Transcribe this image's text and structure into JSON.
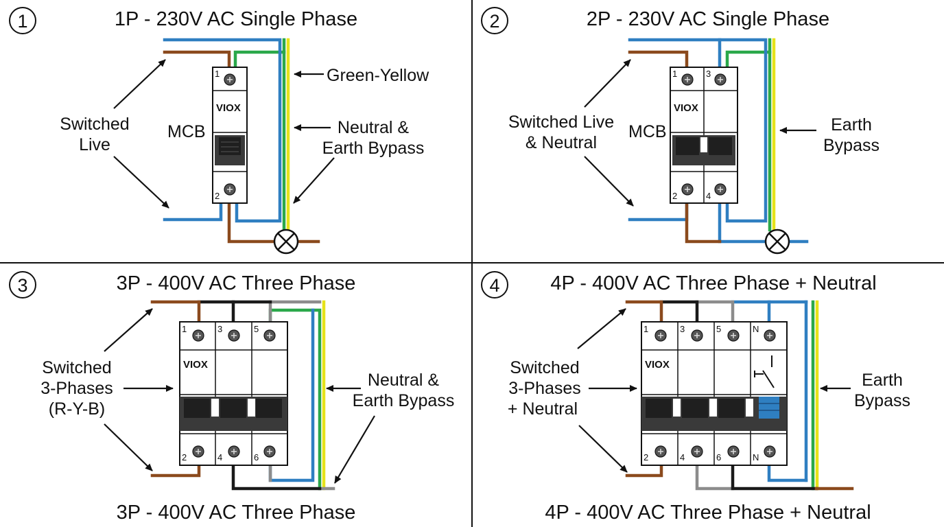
{
  "colors": {
    "brown": "#8b4a1d",
    "blue": "#2f7fc1",
    "green": "#2aa84a",
    "yellow": "#e6e21a",
    "black": "#1a1a1a",
    "grey": "#8c8c8c",
    "neutral_block": "#2f7fc1"
  },
  "panels": [
    {
      "number": "1",
      "title": "1P - 230V AC Single Phase",
      "brand": "VIOX",
      "device_label": "MCB",
      "labels": [
        "Green-Yellow",
        "Neutral &",
        "Earth Bypass",
        "Switched",
        "Live"
      ],
      "terminals_top": [
        "1"
      ],
      "terminals_bottom": [
        "2"
      ]
    },
    {
      "number": "2",
      "title": "2P - 230V AC Single Phase",
      "brand": "VIOX",
      "device_label": "MCB",
      "labels": [
        "Switched Live",
        "& Neutral",
        "Earth",
        "Bypass"
      ],
      "terminals_top": [
        "1",
        "3"
      ],
      "terminals_bottom": [
        "2",
        "4"
      ]
    },
    {
      "number": "3",
      "title": "3P - 400V AC Three Phase",
      "footer": "3P - 400V AC Three Phase",
      "brand": "VIOX",
      "labels": [
        "Switched",
        "3-Phases",
        "(R-Y-B)",
        "Neutral &",
        "Earth Bypass"
      ],
      "terminals_top": [
        "1",
        "3",
        "5"
      ],
      "terminals_bottom": [
        "2",
        "4",
        "6"
      ]
    },
    {
      "number": "4",
      "title": "4P - 400V AC Three Phase + Neutral",
      "footer": "4P - 400V AC Three Phase + Neutral",
      "brand": "VIOX",
      "labels": [
        "Switched",
        "3-Phases",
        "+ Neutral",
        "Earth",
        "Bypass"
      ],
      "terminals_top": [
        "1",
        "3",
        "5",
        "N"
      ],
      "terminals_bottom": [
        "2",
        "4",
        "6",
        "N"
      ]
    }
  ]
}
